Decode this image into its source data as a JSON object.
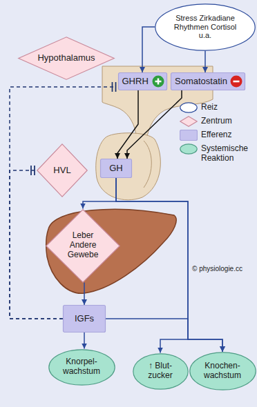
{
  "diagram": {
    "nodes": [
      {
        "text": [
          "Stress Zirkadiane Rhythmen Cortisol u.a."
        ]
      },
      {
        "text": [
          "Hypothalamus"
        ]
      },
      {
        "text": [
          "GHRH"
        ]
      },
      {
        "text": [
          "Somatostatin"
        ]
      },
      {
        "text": [
          "HVL"
        ]
      },
      {
        "text": [
          "GH"
        ]
      },
      {
        "text": [
          "Leber Andere Gewebe"
        ]
      },
      {
        "text": [
          "IGFs"
        ]
      },
      {
        "text": [
          "Knorpel- wachstum"
        ]
      },
      {
        "text": [
          "↑ Blut- zucker"
        ]
      },
      {
        "text": [
          "Knochen- wachstum"
        ]
      }
    ],
    "edges": [
      {
        "from": 0,
        "to": 2,
        "arrow": "to"
      },
      {
        "from": 0,
        "to": 3,
        "arrow": "to"
      },
      {
        "from": 2,
        "to": 5,
        "arrow": "to"
      },
      {
        "from": 3,
        "to": 5,
        "arrow": "to"
      },
      {
        "from": 5,
        "to": 6,
        "arrow": "to"
      },
      {
        "from": 5,
        "to": 10,
        "arrow": "to"
      },
      {
        "from": 5,
        "to": 9,
        "arrow": "to"
      },
      {
        "from": 6,
        "to": 7,
        "arrow": "to"
      },
      {
        "from": 7,
        "to": 8,
        "arrow": "to"
      },
      {
        "from": 7,
        "to": 10,
        "arrow": "to"
      },
      {
        "from": 7,
        "to": 2,
        "arrow": "none"
      },
      {
        "from": 7,
        "to": 4,
        "arrow": "none"
      }
    ],
    "labels": [
      "© physiologie.cc"
    ],
    "legend": [
      {
        "text": "Reiz"
      },
      {
        "text": "Zentrum"
      },
      {
        "text": "Efferenz"
      },
      {
        "text": "Systemische Reaktion"
      }
    ]
  }
}
